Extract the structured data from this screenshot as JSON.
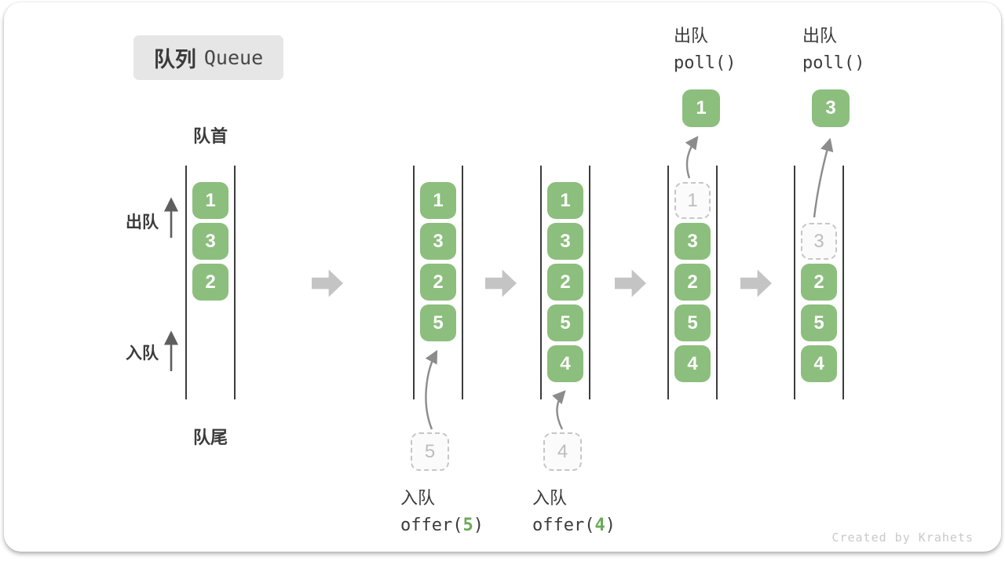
{
  "title": {
    "zh": "队列",
    "en": "Queue"
  },
  "side_labels": {
    "front": "队首",
    "rear": "队尾",
    "dequeue": "出队",
    "enqueue": "入队"
  },
  "colors": {
    "block_green": "#8cbe7d",
    "accent_green": "#69aa58",
    "wall": "#3c3c3c",
    "flow_arrow": "#c4c4c4",
    "pointer_arrow": "#8c8c8c",
    "dashed_border": "#c6c6c6",
    "dashed_text": "#bdbdbd",
    "text": "#3b3b3b",
    "badge_bg": "#e6e6e6",
    "watermark": "#c9c9c9"
  },
  "states": [
    {
      "blocks": [
        {
          "row": 0,
          "value": "1",
          "style": "solid"
        },
        {
          "row": 1,
          "value": "3",
          "style": "solid"
        },
        {
          "row": 2,
          "value": "2",
          "style": "solid"
        }
      ]
    },
    {
      "blocks": [
        {
          "row": 0,
          "value": "1",
          "style": "solid"
        },
        {
          "row": 1,
          "value": "3",
          "style": "solid"
        },
        {
          "row": 2,
          "value": "2",
          "style": "solid"
        },
        {
          "row": 3,
          "value": "5",
          "style": "solid"
        }
      ],
      "pending": {
        "value": "5"
      },
      "operation": {
        "label": "入队",
        "code_prefix": "offer(",
        "value": "5",
        "code_suffix": ")"
      }
    },
    {
      "blocks": [
        {
          "row": 0,
          "value": "1",
          "style": "solid"
        },
        {
          "row": 1,
          "value": "3",
          "style": "solid"
        },
        {
          "row": 2,
          "value": "2",
          "style": "solid"
        },
        {
          "row": 3,
          "value": "5",
          "style": "solid"
        },
        {
          "row": 4,
          "value": "4",
          "style": "solid"
        }
      ],
      "pending": {
        "value": "4"
      },
      "operation": {
        "label": "入队",
        "code_prefix": "offer(",
        "value": "4",
        "code_suffix": ")"
      }
    },
    {
      "blocks": [
        {
          "row": 0,
          "value": "1",
          "style": "dashed"
        },
        {
          "row": 1,
          "value": "3",
          "style": "solid"
        },
        {
          "row": 2,
          "value": "2",
          "style": "solid"
        },
        {
          "row": 3,
          "value": "5",
          "style": "solid"
        },
        {
          "row": 4,
          "value": "4",
          "style": "solid"
        }
      ],
      "popped": {
        "value": "1"
      },
      "operation": {
        "label": "出队",
        "code": "poll()"
      }
    },
    {
      "blocks": [
        {
          "row": 1,
          "value": "3",
          "style": "dashed"
        },
        {
          "row": 2,
          "value": "2",
          "style": "solid"
        },
        {
          "row": 3,
          "value": "5",
          "style": "solid"
        },
        {
          "row": 4,
          "value": "4",
          "style": "solid"
        }
      ],
      "popped": {
        "value": "3"
      },
      "operation": {
        "label": "出队",
        "code": "poll()"
      }
    }
  ],
  "watermark": "Created by Krahets"
}
